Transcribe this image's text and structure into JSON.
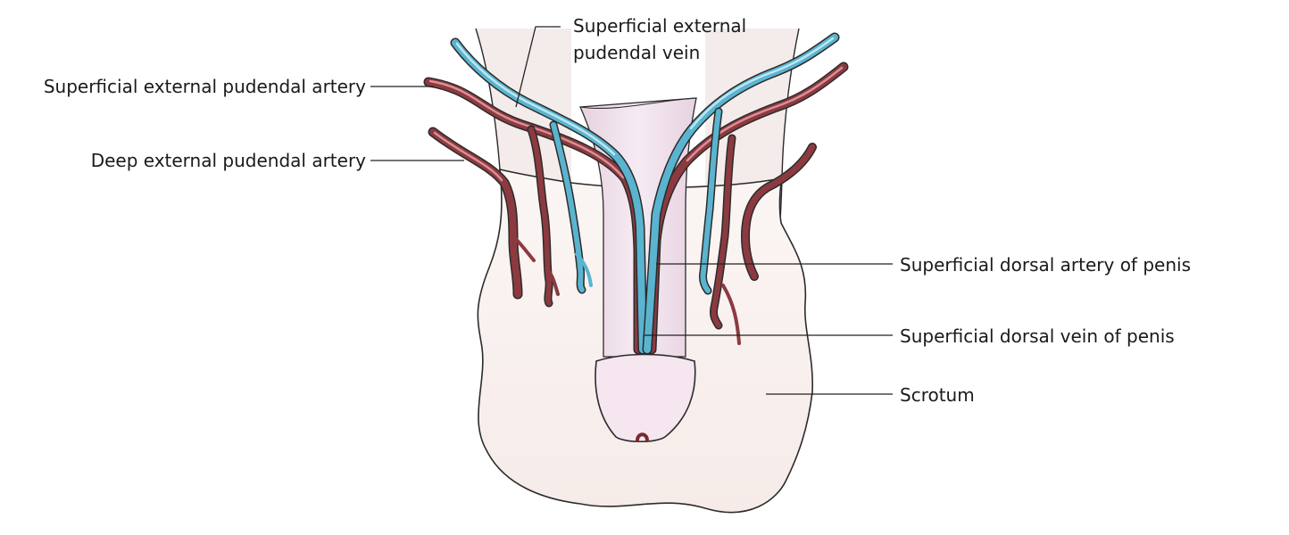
{
  "labels": {
    "superficial_external_pudendal_vein": [
      "Superficial external",
      "pudendal vein"
    ],
    "superficial_external_pudendal_artery": "Superficial external pudendal artery",
    "deep_external_pudendal_artery": "Deep external pudendal artery",
    "superficial_dorsal_artery_of_penis": "Superficial dorsal artery of penis",
    "superficial_dorsal_vein_of_penis": "Superficial dorsal vein of penis",
    "scrotum": "Scrotum"
  },
  "colors": {
    "artery": "#8c3a40",
    "artery_highlight": "#d98f93",
    "vein": "#5ab4cf",
    "vein_highlight": "#bfe6f1",
    "skin": "#f8efec",
    "shaft": "#efdde9",
    "outline": "#2b2b2b",
    "leader": "#222222"
  }
}
